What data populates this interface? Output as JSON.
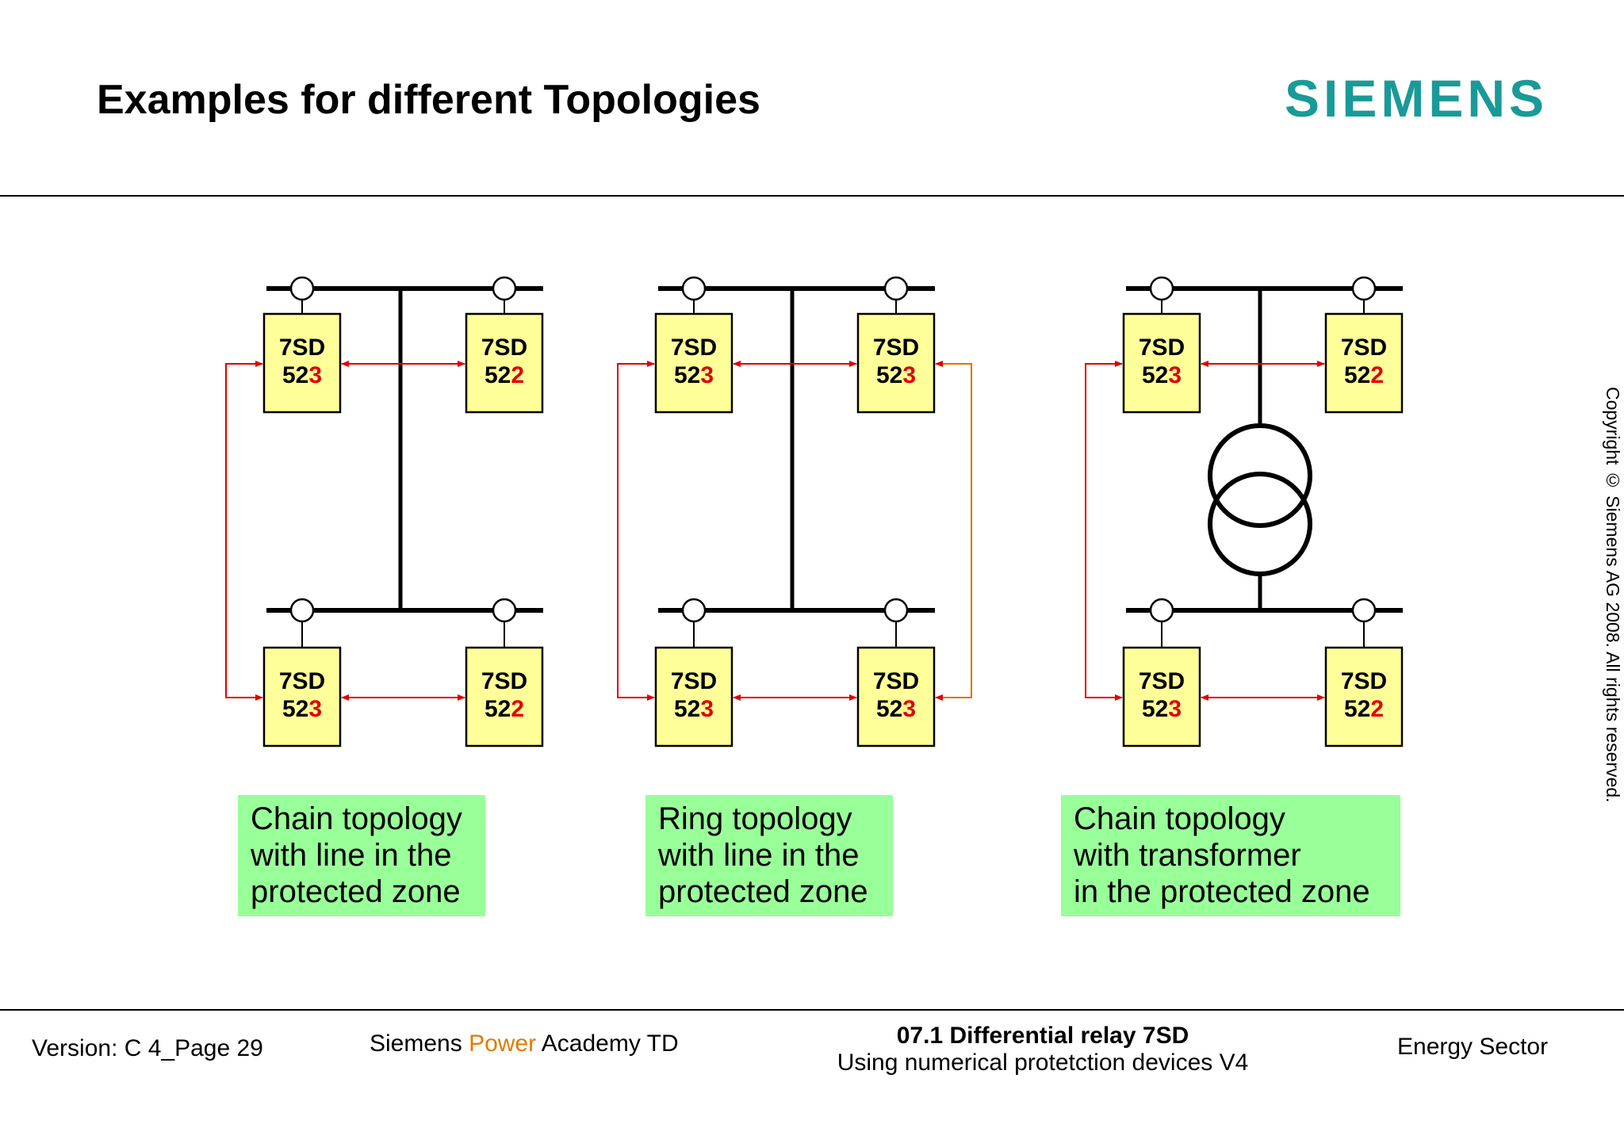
{
  "header": {
    "title": "Examples for different Topologies",
    "logo_text": "SIEMENS"
  },
  "copyright": "Copyright © Siemens AG 2008. All rights reserved.",
  "colors": {
    "logo": "#199a98",
    "device_fill": "#ffff99",
    "caption_bg": "#99ff99",
    "link_red": "#e00000",
    "link_orange": "#e07000",
    "busbar": "#000000"
  },
  "diagrams": [
    {
      "devices": [
        {
          "line1": "7SD",
          "prefix": "52",
          "suffix": "3"
        },
        {
          "line1": "7SD",
          "prefix": "52",
          "suffix": "2"
        },
        {
          "line1": "7SD",
          "prefix": "52",
          "suffix": "3"
        },
        {
          "line1": "7SD",
          "prefix": "52",
          "suffix": "2"
        }
      ],
      "caption": [
        "Chain topology",
        "with line in the",
        "protected zone"
      ]
    },
    {
      "devices": [
        {
          "line1": "7SD",
          "prefix": "52",
          "suffix": "3"
        },
        {
          "line1": "7SD",
          "prefix": "52",
          "suffix": "3"
        },
        {
          "line1": "7SD",
          "prefix": "52",
          "suffix": "3"
        },
        {
          "line1": "7SD",
          "prefix": "52",
          "suffix": "3"
        }
      ],
      "caption": [
        "Ring topology",
        "with line in the",
        "protected zone"
      ]
    },
    {
      "devices": [
        {
          "line1": "7SD",
          "prefix": "52",
          "suffix": "3"
        },
        {
          "line1": "7SD",
          "prefix": "52",
          "suffix": "2"
        },
        {
          "line1": "7SD",
          "prefix": "52",
          "suffix": "3"
        },
        {
          "line1": "7SD",
          "prefix": "52",
          "suffix": "2"
        }
      ],
      "caption": [
        "Chain topology",
        "with transformer",
        "in the protected zone"
      ]
    }
  ],
  "footer": {
    "version": "Version: C 4_Page 29",
    "academy_prefix": "Siemens ",
    "academy_accent": "Power",
    "academy_suffix": " Academy TD",
    "course_title": "07.1 Differential relay 7SD",
    "course_subtitle": "Using numerical protetction devices V4",
    "sector": "Energy Sector"
  }
}
